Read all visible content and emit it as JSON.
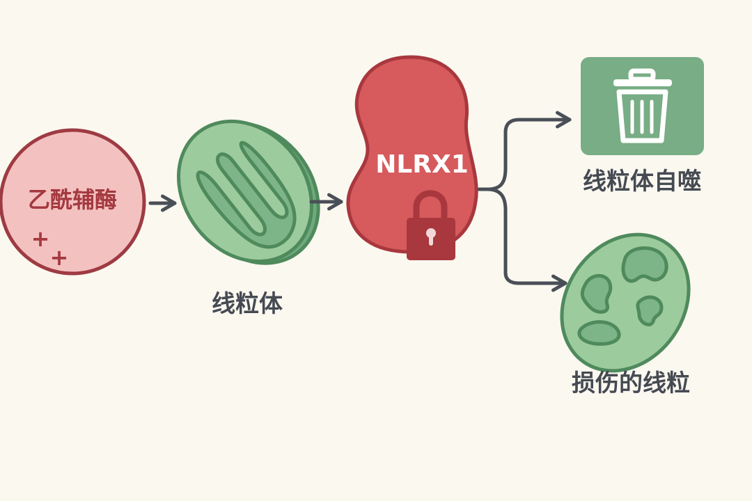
{
  "nodes": {
    "enzyme": {
      "label": "乙酰辅酶",
      "mark": "+"
    },
    "mitochondrion": {
      "label": "线粒体"
    },
    "protein": {
      "label": "NLRX1"
    },
    "mitophagy": {
      "label": "线粒体自噬"
    },
    "damaged": {
      "label": "损伤的线粒"
    }
  },
  "icons": {
    "mitophagy": "trash-icon",
    "protein": "lock-icon"
  },
  "colors": {
    "background": "#FBF8F0",
    "enzyme_fill": "#F4C1C1",
    "enzyme_stroke": "#9E3B42",
    "mito_fill": "#9CCB9E",
    "mito_stroke": "#4F8A5C",
    "protein_fill": "#D75A5C",
    "protein_stroke": "#A8383E",
    "lock": "#A8383E",
    "trash_box": "#78AD86",
    "arrow": "#4A4F57",
    "text": "#454A52"
  }
}
